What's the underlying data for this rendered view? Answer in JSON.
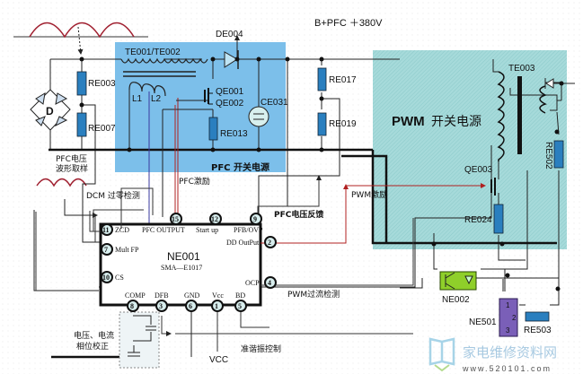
{
  "title": "PFC + PWM switching power supply block diagram (NE001 SMA-E1017)",
  "colors": {
    "pfc_region": "#6fb7e8",
    "pwm_region": "#9fd6d6",
    "resistor": "#2a7fbf",
    "signal_red": "#b02020",
    "signal_blue": "#1a2a80",
    "optocoupler": "#8fcf2a",
    "ne501": "#7a5fb8"
  },
  "labels": {
    "supply_rail": "B+PFC ＋380V",
    "pfc_region": "PFC 开关电源",
    "pwm_region_en": "PWM",
    "pwm_region_cn": "开关电源",
    "pfc_sample_line1": "PFC电压",
    "pfc_sample_line2": "波形取样",
    "dcm_detect": "DCM 过零检测",
    "pfc_drive": "PFC激励",
    "pfc_feedback": "PFC电压反馈",
    "pwm_drive": "PWM激励",
    "pwm_ocp": "PWM过流检测",
    "phase_corr_line1": "电压、电流",
    "phase_corr_line2": "相位校正",
    "qr_control": "准谐振控制",
    "vcc": "VCC",
    "watermark_cn": "家电维修资料网",
    "watermark_url": "www.520101.com"
  },
  "components": {
    "bridge": "D",
    "re003": "RE003",
    "re007": "RE007",
    "te001": "TE001/TE002",
    "l1": "L1",
    "l2": "L2",
    "de004": "DE004",
    "qe001": "QE001",
    "qe002": "QE002",
    "re013": "RE013",
    "ce031": "CE031",
    "re017": "RE017",
    "re019": "RE019",
    "te003": "TE003",
    "qe003": "QE003",
    "re024": "RE024",
    "re502": "RE502",
    "ne002": "NE002",
    "ne501": "NE501",
    "re503": "RE503",
    "ne501_pins": [
      "1",
      "2",
      "3"
    ]
  },
  "ic": {
    "name": "NE001",
    "part": "SMA—E1017",
    "pins": {
      "zcd": {
        "num": "11",
        "label": "ZCD"
      },
      "pfcout": {
        "num": "15",
        "label": "PFC OUTPUT"
      },
      "start": {
        "num": "12",
        "label": "Start up"
      },
      "pfb": {
        "num": "9",
        "label": "PFB/OVP"
      },
      "multfp": {
        "num": "7",
        "label": "Mult FP"
      },
      "ddout": {
        "num": "2",
        "label": "DD OutPut"
      },
      "cs": {
        "num": "10",
        "label": "CS"
      },
      "ocp": {
        "num": "4",
        "label": "OCP"
      },
      "comp": {
        "num": "8",
        "label": "COMP"
      },
      "dfb": {
        "num": "3",
        "label": "DFB"
      },
      "gnd": {
        "num": "6",
        "label": "GND"
      },
      "vcc": {
        "num": "1",
        "label": "Vcc"
      },
      "bd": {
        "num": "5",
        "label": "BD"
      }
    }
  }
}
